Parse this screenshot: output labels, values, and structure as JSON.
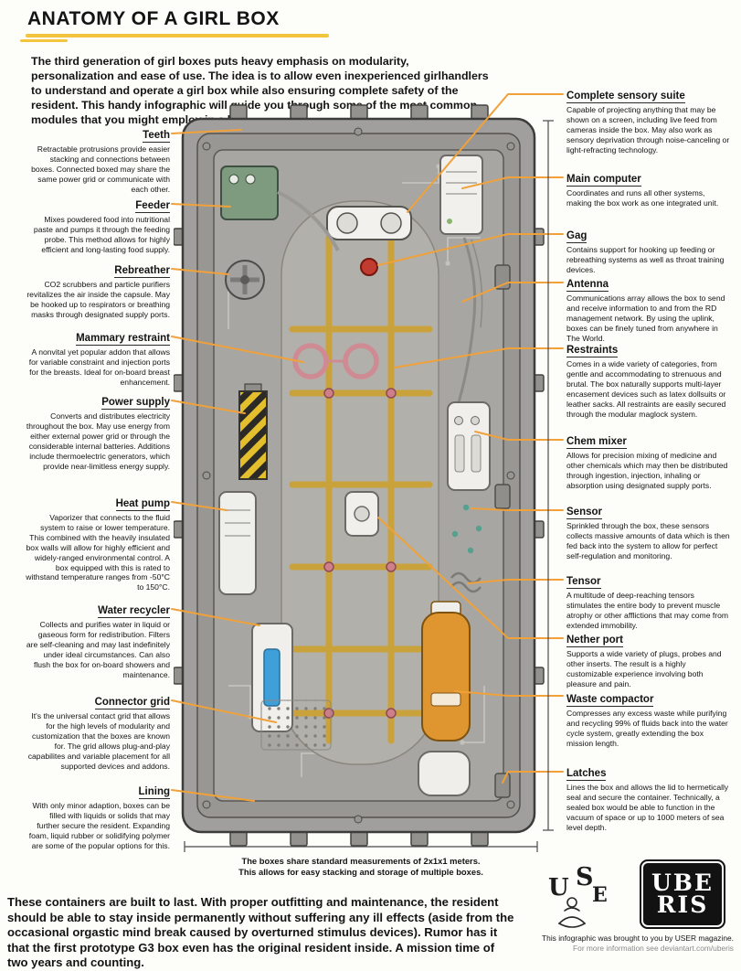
{
  "header": {
    "title": "ANATOMY OF A GIRL BOX",
    "intro": "The third generation of girl boxes puts heavy emphasis on modularity, personalization and ease of use. The idea is to allow even inexperienced girlhandlers to understand and operate a girl box while also ensuring complete safety of the resident. This handy infographic will guide you through some of the most common modules that you might employ in a box."
  },
  "left_labels": [
    {
      "name": "Teeth",
      "desc": "Retractable protrusions provide easier stacking and connections between boxes. Connected boxed may share the same power grid or communicate with each other."
    },
    {
      "name": "Feeder",
      "desc": "Mixes powdered food into nutritional paste and pumps it through the feeding probe. This method allows for highly efficient and long-lasting food supply."
    },
    {
      "name": "Rebreather",
      "desc": "CO2 scrubbers and particle purifiers revitalizes the air inside the capsule. May be hooked up to respirators or breathing masks through designated supply ports."
    },
    {
      "name": "Mammary restraint",
      "desc": "A nonvital yet popular addon that allows for variable constraint and injection ports for the breasts. Ideal for on-board breast enhancement."
    },
    {
      "name": "Power supply",
      "desc": "Converts and distributes electricity throughout the box. May use energy from either external power grid or through the considerable internal batteries. Additions include thermoelectric generators, which provide near-limitless energy supply."
    },
    {
      "name": "Heat pump",
      "desc": "Vaporizer that connects to the fluid system to raise or lower temperature. This combined with the heavily insulated box walls will allow for highly efficient and widely-ranged environmental control. A box equipped with this is rated to withstand temperature ranges from -50°C to 150°C."
    },
    {
      "name": "Water recycler",
      "desc": "Collects and purifies water in liquid or gaseous form for redistribution. Filters are self-cleaning and may last indefinitely under ideal circumstances. Can also flush the box for on-board showers and maintenance."
    },
    {
      "name": "Connector grid",
      "desc": "It's the universal contact grid that allows for the high levels of modularity and customization that the boxes are known for. The grid allows plug-and-play capabilites and variable placement for all supported devices and addons."
    },
    {
      "name": "Lining",
      "desc": "With only minor adaption, boxes can be filled with liquids or solids that may further secure the resident. Expanding foam, liquid rubber or solidifying polymer are some of the popular options for this."
    }
  ],
  "right_labels": [
    {
      "name": "Complete sensory suite",
      "desc": "Capable of projecting anything that may be shown on a screen, including live feed from cameras inside the box. May also work as sensory deprivation through noise-canceling or light-refracting technology."
    },
    {
      "name": "Main computer",
      "desc": "Coordinates and runs all other systems, making the box work as one integrated unit."
    },
    {
      "name": "Gag",
      "desc": "Contains support for hooking up feeding or rebreathing systems as well as throat training devices."
    },
    {
      "name": "Antenna",
      "desc": "Communications array allows the box to send and receive information to and from the RD management network. By using the uplink, boxes can be finely tuned from anywhere in The World."
    },
    {
      "name": "Restraints",
      "desc": "Comes in a wide variety of categories, from gentle and accommodating to strenuous and brutal. The box naturally supports multi-layer encasement devices such as latex dollsuits or leather sacks. All restraints are easily secured through the modular maglock system."
    },
    {
      "name": "Chem mixer",
      "desc": "Allows for precision mixing of medicine and other chemicals which may then be distributed through ingestion, injection, inhaling or absorption using designated supply ports."
    },
    {
      "name": "Sensor",
      "desc": "Sprinkled through the box, these sensors collects massive amounts of data which is then fed back into the system to allow for perfect self-regulation and monitoring."
    },
    {
      "name": "Tensor",
      "desc": "A multitude of deep-reaching tensors stimulates the entire body to prevent muscle atrophy or other afflictions that may come from extended immobility."
    },
    {
      "name": "Nether port",
      "desc": "Supports a wide variety of plugs, probes and other inserts. The result is a highly customizable experience involving both pleasure and pain."
    },
    {
      "name": "Waste compactor",
      "desc": "Compresses any excess waste while purifying and recycling 99% of fluids back into the water cycle system, greatly extending the box mission length."
    },
    {
      "name": "Latches",
      "desc": "Lines the box and allows the lid to hermetically seal and secure the container. Technically, a sealed box would be able to function in the vacuum of space or up to 1000 meters of sea level depth."
    }
  ],
  "measurement": {
    "line1": "The boxes share standard measurements of 2x1x1 meters.",
    "line2": "This allows for easy stacking and storage of multiple boxes."
  },
  "footer": {
    "paragraph": "These containers are built to last. With proper outfitting and maintenance, the resident should be able to stay inside permanently without suffering any ill effects (aside from the occasional orgastic mind break caused by overturned stimulus devices). Rumor has it that the first prototype G3 box even has the original resident inside. A mission time of two years and counting."
  },
  "credits": {
    "line1": "This infographic was brought to you by USER magazine.",
    "line2": "For more information see deviantart.com/uberis"
  },
  "logos": {
    "use_letters": {
      "u": "U",
      "s": "S",
      "e": "E"
    },
    "uberis_top": "UBE",
    "uberis_bottom": "RIS"
  },
  "colors": {
    "accent_orange": "#f0a13a",
    "highlight_yellow": "#f2c53d",
    "box_gray": "#a09f9d",
    "hazard_yellow": "#e3bf2e",
    "tank_orange": "#df9630",
    "vial_blue": "#3f9fd8"
  }
}
